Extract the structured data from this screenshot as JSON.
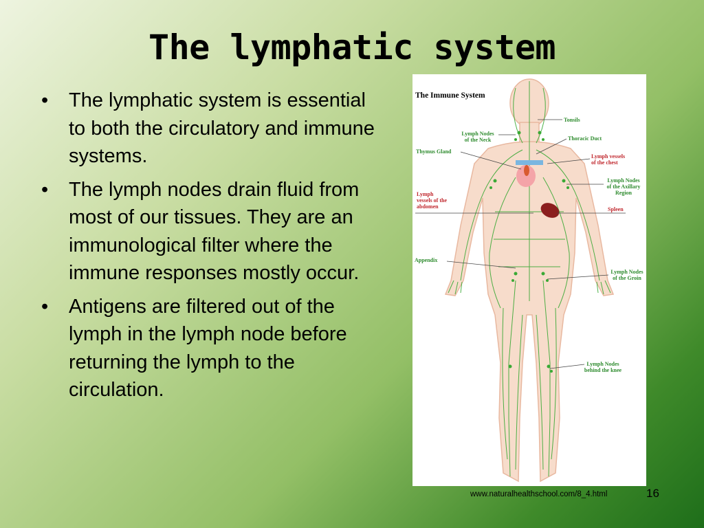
{
  "slide": {
    "title": "The lymphatic system",
    "bullets": [
      "The lymphatic system is essential to both the circulatory and immune systems.",
      "The lymph nodes drain fluid from most of our tissues. They are an immunological filter where the immune responses mostly occur.",
      "Antigens are filtered out of the lymph in the lymph node before returning the lymph to the circulation."
    ],
    "source": "www.naturalhealthschool.com/8_4.html",
    "page_number": "16"
  },
  "figure": {
    "title": "The Immune System",
    "labels": {
      "tonsils": "Tonsils",
      "neck_nodes_1": "Lymph Nodes",
      "neck_nodes_2": "of the Neck",
      "thoracic_duct": "Thoracic Duct",
      "thymus": "Thymus Gland",
      "chest_vessels_1": "Lymph vessels",
      "chest_vessels_2": "of the chest",
      "axillary_1": "Lymph Nodes",
      "axillary_2": "of the Axillary",
      "axillary_3": "Region",
      "abdomen_1": "Lymph",
      "abdomen_2": "vessels of the",
      "abdomen_3": "abdomen",
      "spleen": "Spleen",
      "appendix": "Appendix",
      "groin_1": "Lymph Nodes",
      "groin_2": "of the Groin",
      "knee_1": "Lymph Nodes",
      "knee_2": "behind the knee"
    }
  },
  "colors": {
    "lymph_green": "#3aa935",
    "label_green": "#2e8b2e",
    "label_red": "#c0272d",
    "skin": "#f7dccb"
  }
}
